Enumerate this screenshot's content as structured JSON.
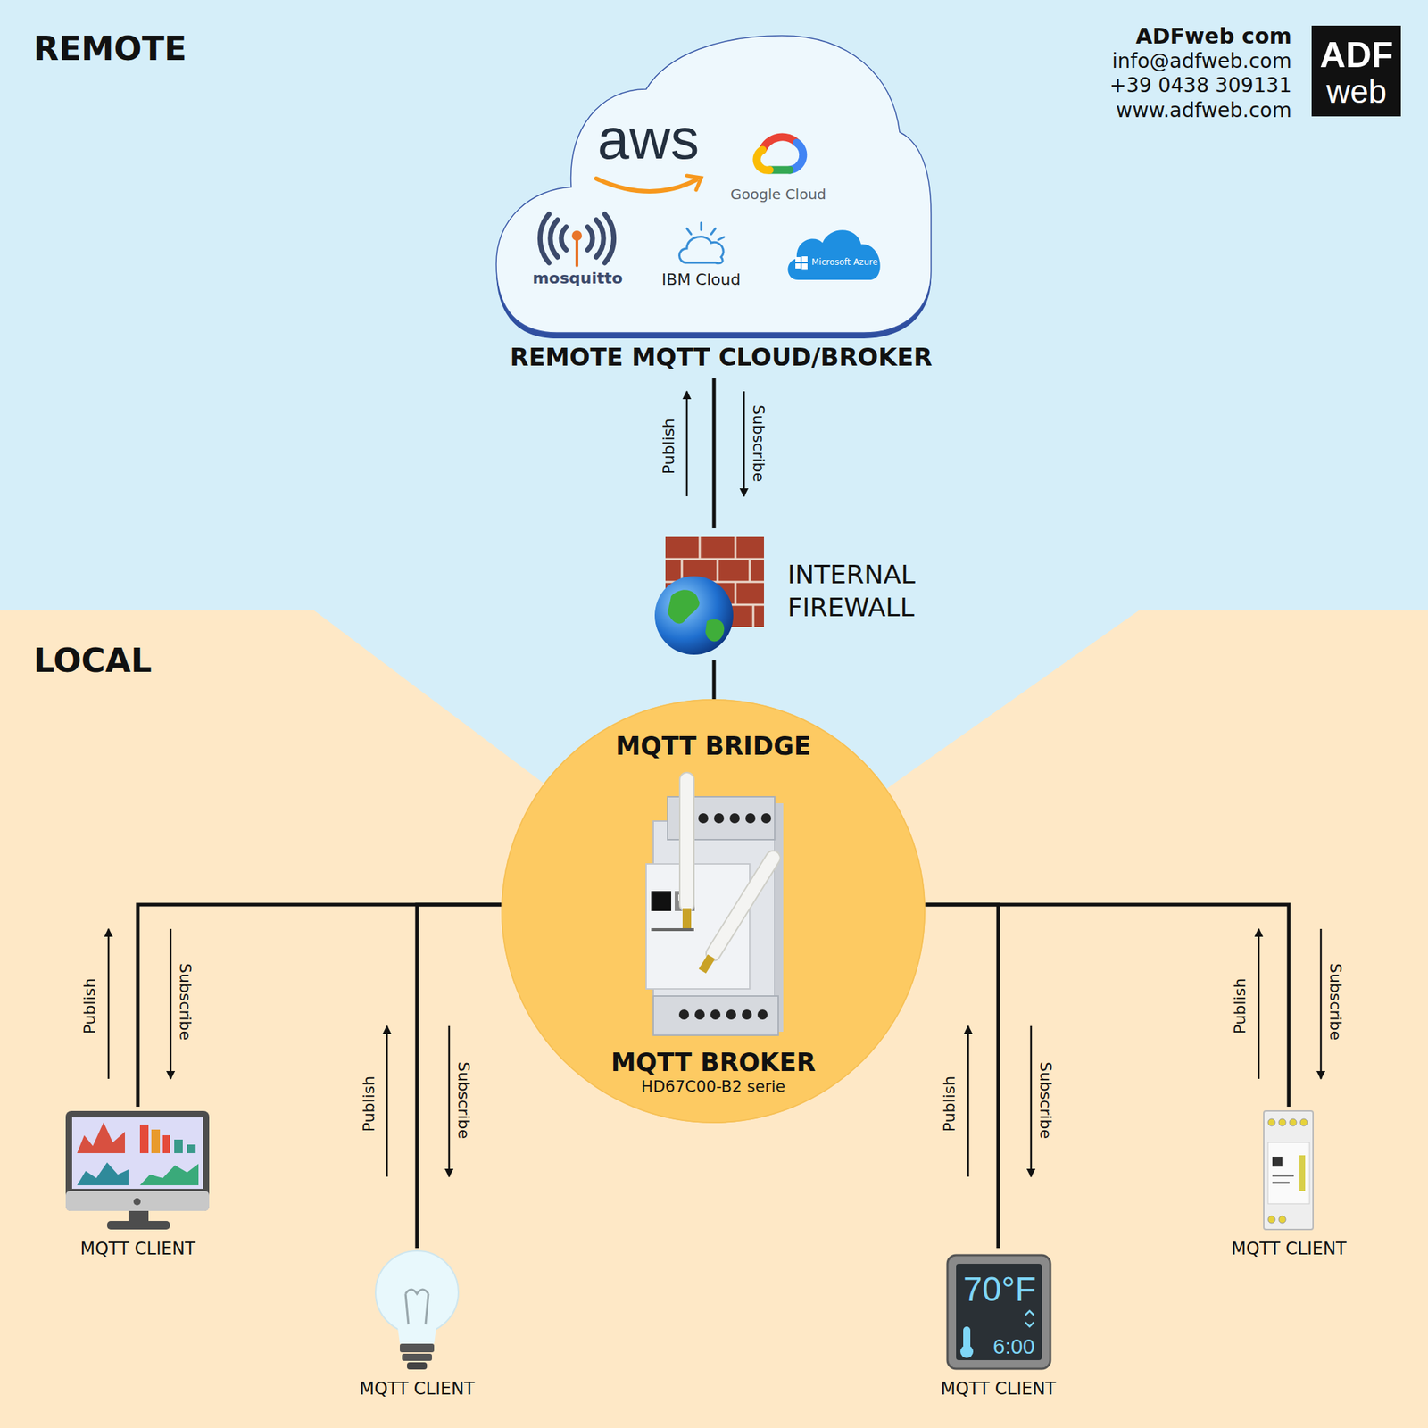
{
  "diagram": {
    "nodes": [
      {
        "text": [
          "REMOTE MQTT CLOUD/BROKER"
        ]
      },
      {
        "text": [
          "INTERNAL FIREWALL"
        ]
      },
      {
        "text": [
          "MQTT BRIDGE",
          "MQTT BROKER",
          "HD67C00-B2 serie"
        ]
      },
      {
        "text": [
          "MQTT CLIENT"
        ]
      },
      {
        "text": [
          "MQTT CLIENT"
        ]
      },
      {
        "text": [
          "MQTT CLIENT"
        ]
      },
      {
        "text": [
          "MQTT CLIENT"
        ]
      }
    ],
    "edges": [
      {
        "from": 1,
        "to": 0,
        "arrow": "none"
      },
      {
        "from": 2,
        "to": 1,
        "arrow": "none"
      },
      {
        "from": 2,
        "to": 3,
        "arrow": "none"
      },
      {
        "from": 2,
        "to": 4,
        "arrow": "none"
      },
      {
        "from": 2,
        "to": 5,
        "arrow": "none"
      },
      {
        "from": 2,
        "to": 6,
        "arrow": "none"
      }
    ],
    "labels": [
      "REMOTE",
      "ADFweb com",
      "info@adfweb.com",
      "+39 0438 309131",
      "www.adfweb.com",
      "ADF",
      "web",
      "aws",
      "Google Cloud",
      "mosquitto",
      "IBM Cloud",
      "Microsoft Azure",
      "Publish",
      "Subscribe",
      "LOCAL",
      "Publish",
      "Subscribe",
      "Publish",
      "Subscribe",
      "Publish",
      "Subscribe",
      "Publish",
      "Subscribe",
      "70°F",
      "6:00"
    ]
  }
}
